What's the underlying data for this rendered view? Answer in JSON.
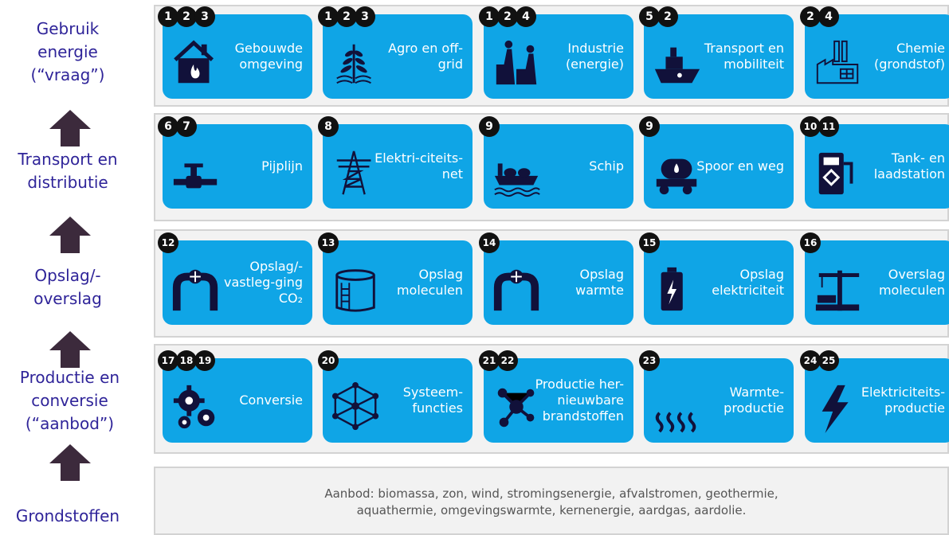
{
  "side_labels": [
    {
      "text": "Gebruik energie (“vraag”)"
    },
    {
      "text": "Transport en distributie"
    },
    {
      "text": "Opslag/-overslag"
    },
    {
      "text": "Productie en conversie (“aanbod”)"
    },
    {
      "text": "Grondstoffen"
    }
  ],
  "rows": [
    {
      "cards": [
        {
          "label": "Gebouwde omgeving",
          "badges": [
            "1",
            "2",
            "3"
          ],
          "icon": "house-fire-icon"
        },
        {
          "label": "Agro en off-grid",
          "badges": [
            "1",
            "2",
            "3"
          ],
          "icon": "plant-icon"
        },
        {
          "label": "Industrie (energie)",
          "badges": [
            "1",
            "2",
            "4"
          ],
          "icon": "factory-icon"
        },
        {
          "label": "Transport en mobiliteit",
          "badges": [
            "5",
            "2"
          ],
          "icon": "ship-icon"
        },
        {
          "label": "Chemie (grondstof)",
          "badges": [
            "2",
            "4"
          ],
          "icon": "chemical-plant-icon"
        }
      ]
    },
    {
      "cards": [
        {
          "label": "Pijplijn",
          "badges": [
            "6",
            "7"
          ],
          "icon": "pipeline-valve-icon"
        },
        {
          "label": "Elektri-citeits-net",
          "badges": [
            "8"
          ],
          "icon": "power-pylon-icon"
        },
        {
          "label": "Schip",
          "badges": [
            "9"
          ],
          "icon": "tanker-ship-icon"
        },
        {
          "label": "Spoor en weg",
          "badges": [
            "9"
          ],
          "icon": "tank-truck-icon"
        },
        {
          "label": "Tank- en laadstation",
          "badges": [
            "10",
            "11"
          ],
          "icon": "fuel-station-icon"
        }
      ]
    },
    {
      "cards": [
        {
          "label": "Opslag/-vastleg-ging CO₂",
          "badges": [
            "12"
          ],
          "icon": "co2-storage-pipe-icon"
        },
        {
          "label": "Opslag moleculen",
          "badges": [
            "13"
          ],
          "icon": "storage-tank-icon"
        },
        {
          "label": "Opslag warmte",
          "badges": [
            "14"
          ],
          "icon": "heat-storage-pipe-icon"
        },
        {
          "label": "Opslag elektriciteit",
          "badges": [
            "15"
          ],
          "icon": "battery-icon"
        },
        {
          "label": "Overslag moleculen",
          "badges": [
            "16"
          ],
          "icon": "crane-icon"
        }
      ]
    },
    {
      "cards": [
        {
          "label": "Conversie",
          "badges": [
            "17",
            "18",
            "19"
          ],
          "icon": "gears-icon"
        },
        {
          "label": "Systeem-functies",
          "badges": [
            "20"
          ],
          "icon": "network-icon"
        },
        {
          "label": "Productie her-nieuwbare brandstoffen",
          "badges": [
            "21",
            "22"
          ],
          "icon": "molecule-icon"
        },
        {
          "label": "Warmte-productie",
          "badges": [
            "23"
          ],
          "icon": "heat-waves-icon"
        },
        {
          "label": "Elektriciteits-productie",
          "badges": [
            "24",
            "25"
          ],
          "icon": "lightning-icon"
        }
      ]
    }
  ],
  "supply_text": "Aanbod: biomassa, zon, wind, stromingsenergie, afvalstromen, geothermie, aquathermie, omgevingswarmte, kernenergie, aardgas, aardolie.",
  "colors": {
    "card": "#0fa5e6",
    "side_text": "#2f2499",
    "arrow": "#3c2a3c",
    "icon": "#11113a"
  }
}
